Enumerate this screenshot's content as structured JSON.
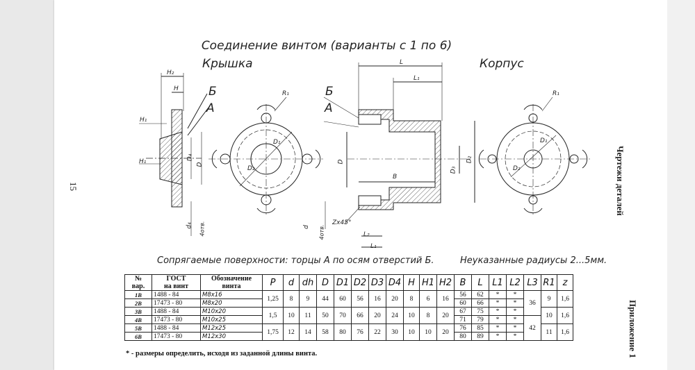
{
  "page_number": "15",
  "title": "Соединение винтом (варианты с 1 по 6)",
  "views": {
    "cover_label": "Крышка",
    "body_label": "Корпус"
  },
  "dim_labels": {
    "H2": "H₂",
    "H": "H",
    "B": "Б",
    "A": "А",
    "H1": "H₁",
    "D4": "D₄",
    "D": "D",
    "d4": "d₄",
    "holes4": "4отв.",
    "R1": "R₁",
    "D1": "D₁",
    "L": "L",
    "L1": "L₁",
    "L2": "L₂",
    "Bcap": "B",
    "D3": "D₃",
    "D2": "D₂",
    "chamfer": "Zx45°",
    "d": "d"
  },
  "notes": {
    "mating": "Сопрягаемые поверхности: торцы А по осям отверстий Б.",
    "radii": "Неуказанные радиусы 2...5мм."
  },
  "side_headers": {
    "drawings": "Чертежи деталей",
    "appendix": "Приложение 1"
  },
  "table": {
    "headers": {
      "num": "№",
      "var": "вар.",
      "gost1": "ГОСТ",
      "gost2": "на винт",
      "desig1": "Обозначение",
      "desig2": "винта",
      "cols": [
        "P",
        "d",
        "dh",
        "D",
        "D1",
        "D2",
        "D3",
        "D4",
        "H",
        "H1",
        "H2",
        "B",
        "L",
        "L1",
        "L2",
        "L3",
        "R1",
        "z"
      ]
    },
    "rows": [
      {
        "var": "1В",
        "gost": "1488 - 84",
        "desig": "M8x16",
        "B": "56",
        "L": "62",
        "L1": "*",
        "L2": "*"
      },
      {
        "var": "2В",
        "gost": "17473 - 80",
        "desig": "M8x20",
        "B": "60",
        "L": "66",
        "L1": "*",
        "L2": "*"
      },
      {
        "var": "3В",
        "gost": "1488 - 84",
        "desig": "M10x20",
        "B": "67",
        "L": "75",
        "L1": "*",
        "L2": "*"
      },
      {
        "var": "4В",
        "gost": "17473 - 80",
        "desig": "M10x25",
        "B": "71",
        "L": "79",
        "L1": "*",
        "L2": "*"
      },
      {
        "var": "5В",
        "gost": "1488 - 84",
        "desig": "M12x25",
        "B": "76",
        "L": "85",
        "L1": "*",
        "L2": "*"
      },
      {
        "var": "6В",
        "gost": "17473 - 80",
        "desig": "M12x30",
        "B": "80",
        "L": "89",
        "L1": "*",
        "L2": "*"
      }
    ],
    "groups": [
      {
        "P": "1,25",
        "d": "8",
        "dh": "9",
        "D": "44",
        "D1": "60",
        "D2": "56",
        "D3": "16",
        "D4": "20",
        "H": "8",
        "H1": "6",
        "H2": "16"
      },
      {
        "P": "1,5",
        "d": "10",
        "dh": "11",
        "D": "50",
        "D1": "70",
        "D2": "66",
        "D3": "20",
        "D4": "24",
        "H": "10",
        "H1": "8",
        "H2": "20"
      },
      {
        "P": "1,75",
        "d": "12",
        "dh": "14",
        "D": "58",
        "D1": "80",
        "D2": "76",
        "D3": "22",
        "D4": "30",
        "H": "10",
        "H1": "10",
        "H2": "20"
      }
    ],
    "L3_a": "36",
    "L3_b": "42",
    "R1_a": "9",
    "z_a": "1,6",
    "R1_b": "10",
    "z_b": "1,6",
    "R1_c": "11",
    "z_c": "1,6"
  },
  "footnote": "* - размеры определить, исходя из заданной длины винта."
}
